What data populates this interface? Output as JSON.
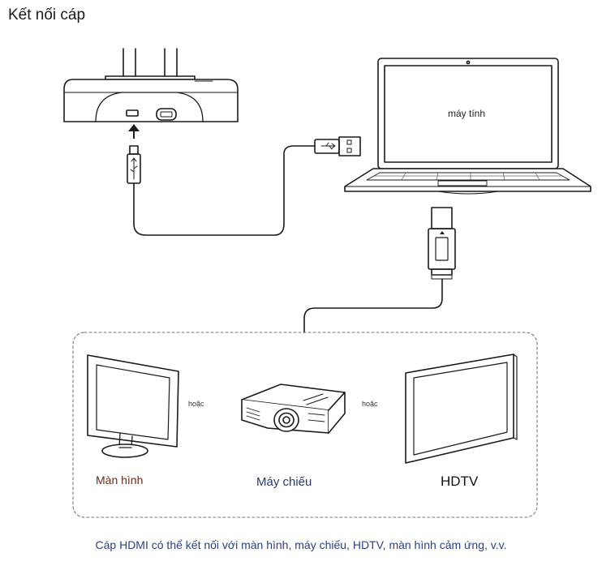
{
  "title": "Kết nối cáp",
  "laptop_label": "máy tính",
  "or_label_1": "hoặc",
  "or_label_2": "hoặc",
  "monitor_label": "Màn hình",
  "projector_label": "Máy chiếu",
  "hdtv_label": "HDTV",
  "caption": "Cáp HDMI có thể kết nối với màn hình, máy chiếu, HDTV, màn hình cảm ứng, v.v.",
  "colors": {
    "line": "#1a1a1a",
    "monitor_label": "#6b2a1a",
    "projector_label": "#2a3a6b",
    "caption": "#2c3f85",
    "dashed_box": "#777777"
  },
  "icons": [
    "document-camera-icon",
    "usb-icon",
    "laptop-icon",
    "hdmi-connector-icon",
    "monitor-icon",
    "projector-icon",
    "tv-icon"
  ]
}
